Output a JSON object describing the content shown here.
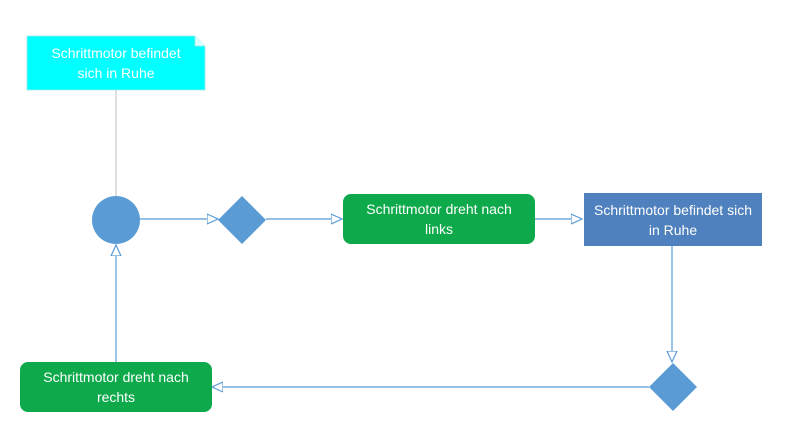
{
  "diagram": {
    "note": {
      "text": "Schrittmotor befindet sich in Ruhe"
    },
    "action_links": {
      "text": "Schrittmotor dreht nach links"
    },
    "state_rest": {
      "text": "Schrittmotor befindet sich in Ruhe"
    },
    "action_rechts": {
      "text": "Schrittmotor dreht nach rechts"
    }
  },
  "colors": {
    "note": "#00FFFF",
    "action": "#0DA94A",
    "state": "#4E81BD",
    "decision": "#5B9BD5",
    "initial": "#5B9BD5",
    "edge": "#5B9BD5",
    "anchor": "#BFBFBF"
  }
}
